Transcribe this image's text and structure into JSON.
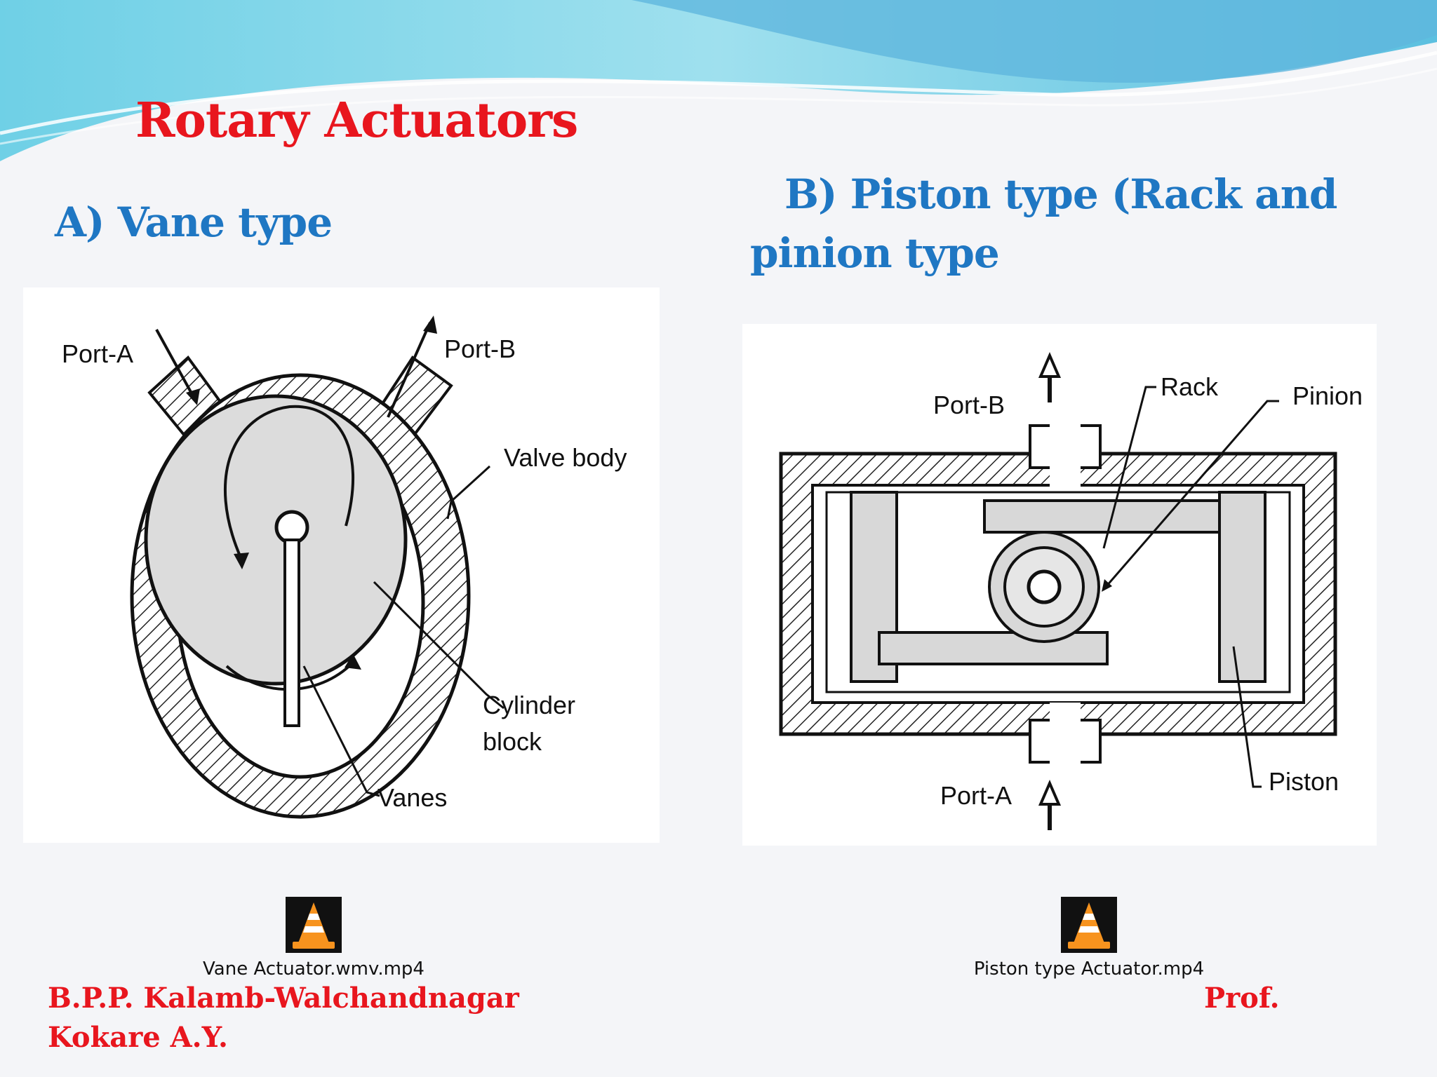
{
  "slide": {
    "title": "Rotary Actuators",
    "heading_a": "A) Vane type",
    "heading_b_line1": "B) Piston type (Rack and",
    "heading_b_line2": "pinion type"
  },
  "figure_vane": {
    "labels": {
      "port_a": "Port-A",
      "port_b": "Port-B",
      "valve_body": "Valve body",
      "cylinder": "Cylinder",
      "block": "block",
      "vanes": "Vanes"
    }
  },
  "figure_piston": {
    "labels": {
      "port_b": "Port-B",
      "port_a": "Port-A",
      "rack": "Rack",
      "pinion": "Pinion",
      "piston": "Piston"
    }
  },
  "media": {
    "vane_file": "Vane Actuator.wmv.mp4",
    "piston_file": "Piston type Actuator.mp4",
    "icon": "vlc-cone-icon"
  },
  "footer": {
    "institution": "B.P.P. Kalamb-Walchandnagar",
    "name": "Kokare A.Y.",
    "prof": "Prof."
  },
  "colors": {
    "title": "#e8161e",
    "heading": "#1f77c3",
    "footer": "#e8161e",
    "banner": "#7fd3ea"
  }
}
